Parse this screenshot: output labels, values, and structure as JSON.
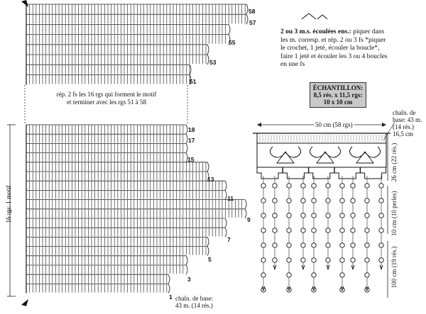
{
  "chart_top": {
    "row_labels": [
      "58",
      "57",
      "55",
      "53",
      "51"
    ]
  },
  "chart_bottom": {
    "row_labels": [
      "18",
      "17",
      "15",
      "13",
      "11",
      "9",
      "7",
      "5",
      "3",
      "1"
    ],
    "side_label": "16 rgs: 1 motif"
  },
  "repeat_note": {
    "line1": "rép. 2 fs les 16 rgs qui forment le motif",
    "line2": "et terminer avec les rgs 51 à 58"
  },
  "base_note": {
    "line1": "chaîn. de base:",
    "line2": "43 m. (14 rés.)"
  },
  "stitch_note": {
    "title": "2 ou 3 m.s. écoulées ens.:",
    "line1_rest": " piquer dans",
    "line2": "les m. corresp. et rép. 2 ou 3 fs *piquer",
    "line3": "le crochet, 1 jeté, écouler la boucle*,",
    "line4": "faire 1 jeté et écouler les 3 ou 4 boucles",
    "line5": "en une fs"
  },
  "gauge": {
    "title": "ÉCHANTILLON:",
    "line1": "8,5 rés. x 11,5 rgs:",
    "line2": "10 x 10 cm"
  },
  "schematic": {
    "width_label": "50 cm (58 rgs)",
    "base_label_1": "chaîn. de",
    "base_label_2": "base: 43 m.",
    "base_label_3": "(14 rés.)",
    "base_label_4": "16,5 cm",
    "height_label": "26 cm (22 rés.)",
    "beads_label": "10 cm (10 perles)",
    "total_label": "100 cm (19 rés.)"
  }
}
